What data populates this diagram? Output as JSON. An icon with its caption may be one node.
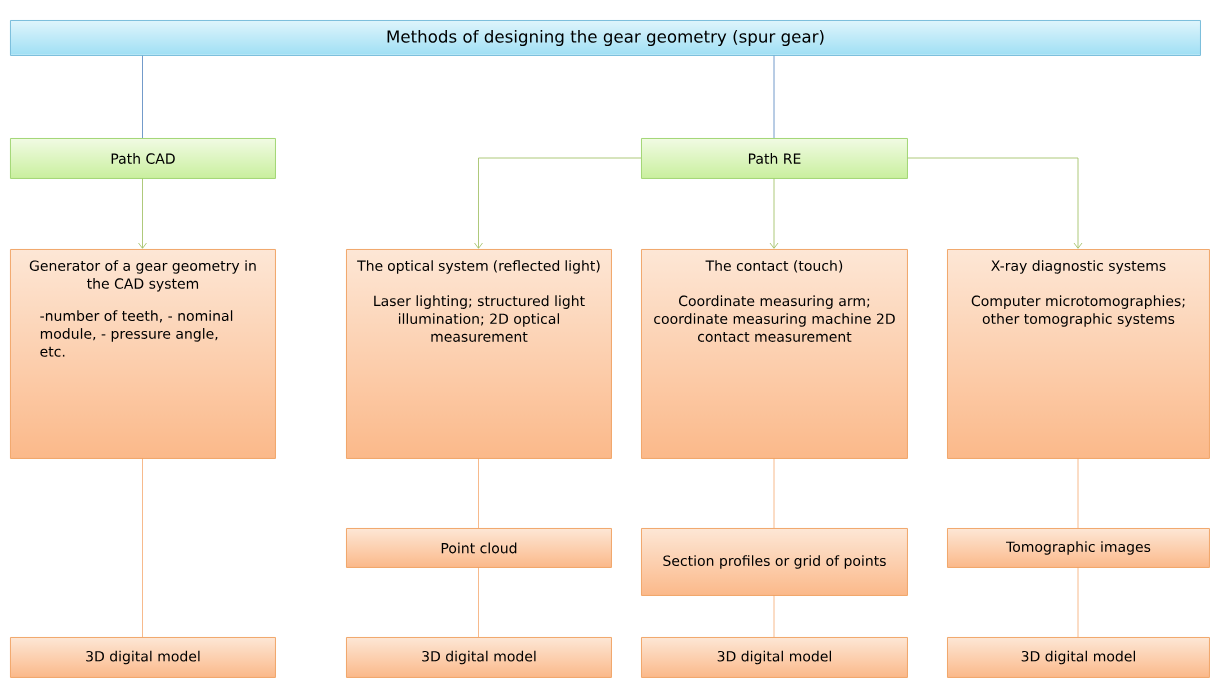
{
  "diagram": {
    "nodes": [
      {
        "text": [
          "Methods of designing the gear geometry (spur gear)"
        ]
      },
      {
        "text": [
          "Path CAD"
        ]
      },
      {
        "text": [
          "Path RE"
        ]
      },
      {
        "text": [
          "Generator of a gear geometry in the CAD system",
          "-number of teeth, - nominal module, - pressure angle, etc."
        ]
      },
      {
        "text": [
          "The optical system (reflected light)",
          "Laser lighting; structured light illumination; 2D optical measurement"
        ]
      },
      {
        "text": [
          "The contact (touch)",
          "Coordinate measuring arm; coordinate measuring machine 2D contact measurement"
        ]
      },
      {
        "text": [
          "X-ray diagnostic systems",
          "Computer microtomographies; other tomographic systems"
        ]
      },
      {
        "text": [
          "Point cloud"
        ]
      },
      {
        "text": [
          "Section profiles or grid of points"
        ]
      },
      {
        "text": [
          "Tomographic images"
        ]
      },
      {
        "text": [
          "3D digital model"
        ]
      },
      {
        "text": [
          "3D digital model"
        ]
      },
      {
        "text": [
          "3D digital model"
        ]
      },
      {
        "text": [
          "3D digital model"
        ]
      }
    ],
    "edges": [
      {
        "from": 0,
        "to": 1,
        "arrow": "none",
        "color": "#4f81bd"
      },
      {
        "from": 0,
        "to": 2,
        "arrow": "none",
        "color": "#4f81bd"
      },
      {
        "from": 1,
        "to": 3,
        "arrow": "to",
        "color": "#9bbb59"
      },
      {
        "from": 2,
        "to": 4,
        "arrow": "to",
        "color": "#9bbb59"
      },
      {
        "from": 2,
        "to": 5,
        "arrow": "to",
        "color": "#9bbb59"
      },
      {
        "from": 2,
        "to": 6,
        "arrow": "to",
        "color": "#9bbb59"
      },
      {
        "from": 3,
        "to": 10,
        "arrow": "none"
      },
      {
        "from": 4,
        "to": 7,
        "arrow": "none"
      },
      {
        "from": 7,
        "to": 11,
        "arrow": "none"
      },
      {
        "from": 5,
        "to": 8,
        "arrow": "none"
      },
      {
        "from": 8,
        "to": 12,
        "arrow": "none"
      },
      {
        "from": 6,
        "to": 9,
        "arrow": "none"
      },
      {
        "from": 9,
        "to": 13,
        "arrow": "none"
      }
    ]
  }
}
